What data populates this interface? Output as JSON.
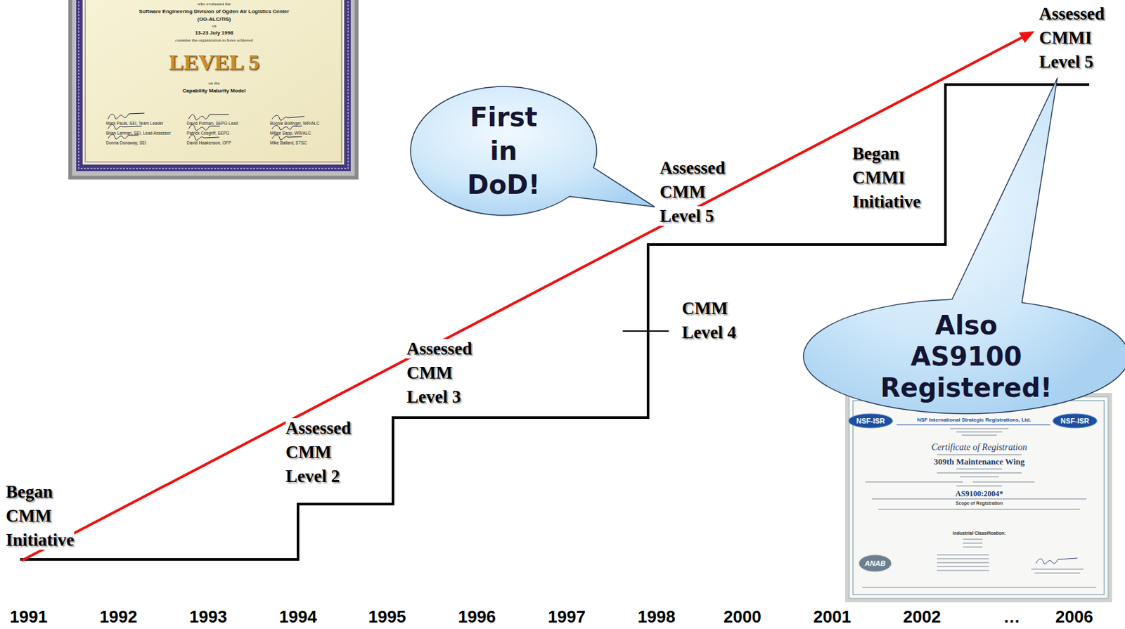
{
  "diagram": {
    "nodes": [
      {
        "text": [
          "First in DoD!"
        ]
      },
      {
        "text": [
          "Also AS9100 Registered!"
        ]
      }
    ],
    "labels": [
      "who evaluated the",
      "Software Engineering Division of Ogden Air Logistics Center",
      "(OO-ALC/TIS)",
      "on",
      "13-23 July 1998",
      "consider the organization to have achieved",
      "LEVEL 5",
      "on the",
      "Capability Maturity Model",
      "Mark Paulk, SEI, Team Leader",
      "David Putman, SEPG Lead",
      "Bonnie Bollinger, WR/ALC",
      "Brian Larman, SEI, Lead Assessor",
      "Patrick Cosgriff, SEPG",
      "Millee Sapp, WR/ALC",
      "Donna Dunaway, SEI",
      "David Haakenson, OFP",
      "Mike Ballard, STSC",
      "Began CMM Initiative",
      "Assessed CMM Level 2",
      "Assessed CMM Level 3",
      "CMM Level 4",
      "Assessed CMM Level 5",
      "Began CMMI Initiative",
      "Assessed CMMI Level 5",
      "1991",
      "1992",
      "1993",
      "1994",
      "1995",
      "1996",
      "1997",
      "1998",
      "2000",
      "2001",
      "2002",
      "…",
      "2006",
      "NSF-ISR",
      "NSF International Strategic Registrations, Ltd.",
      "NSF-ISR",
      "Certificate of Registration",
      "309th Maintenance Wing",
      "AS9100:2004*",
      "Scope of Registration",
      "Industrial Classification:",
      "ANAB"
    ]
  }
}
